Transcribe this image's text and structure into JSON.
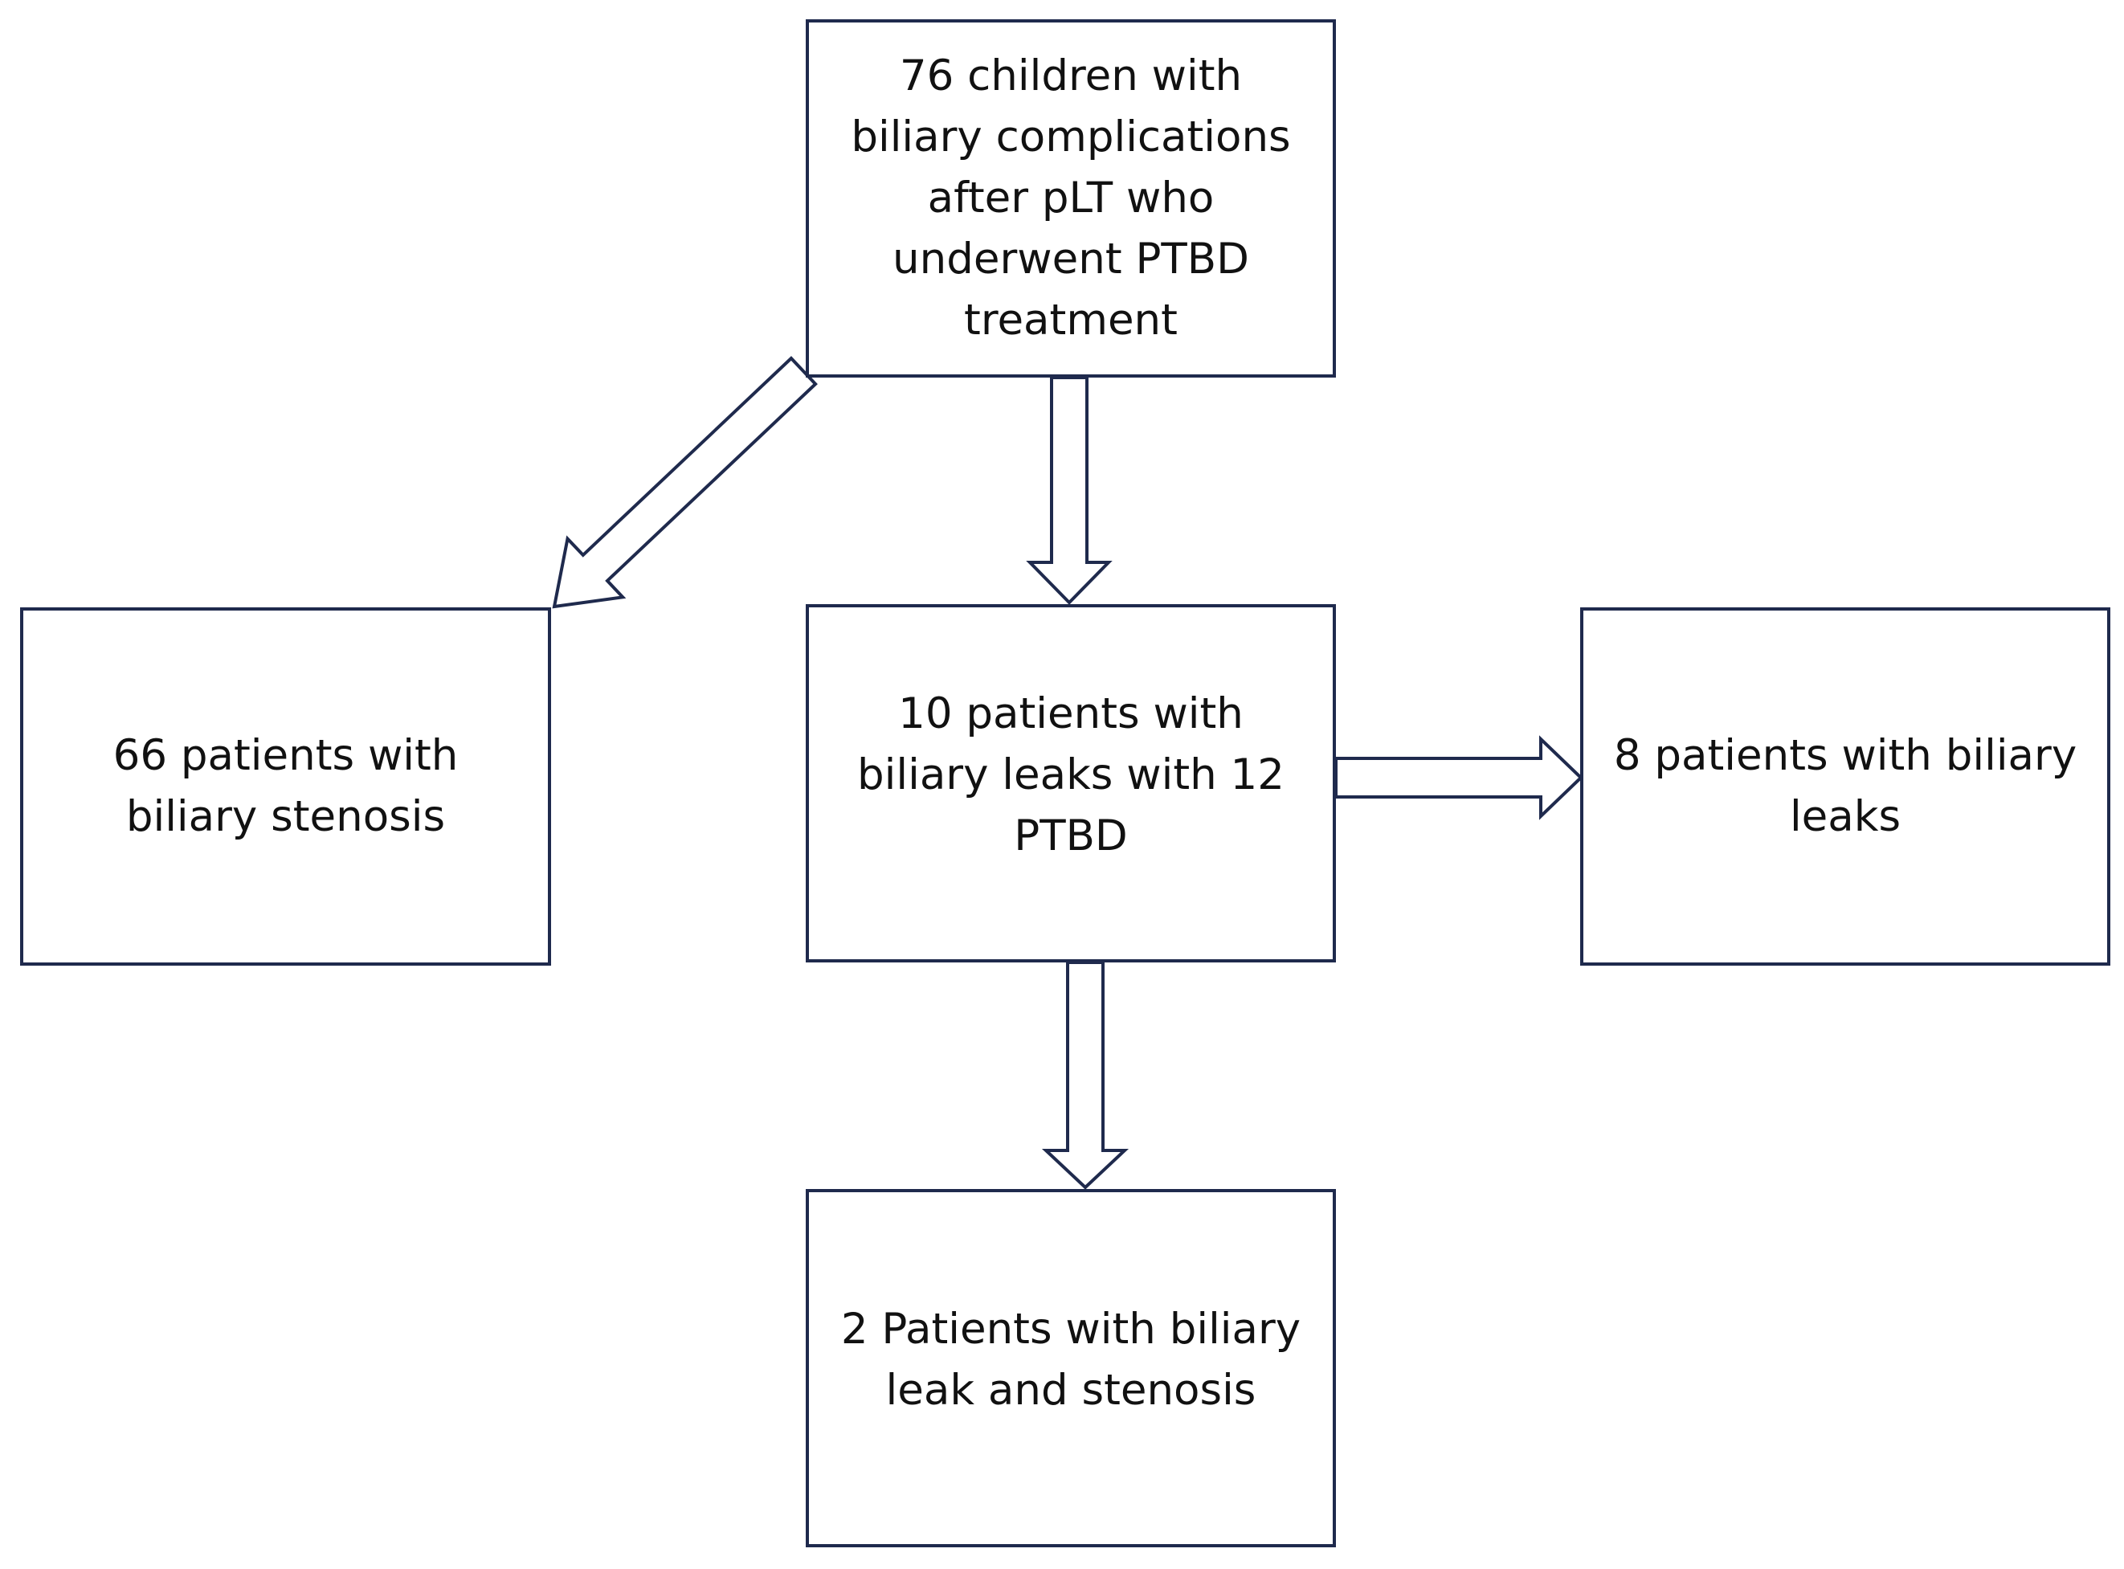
{
  "diagram": {
    "colors": {
      "border": "#1f2a4d",
      "text": "#111111",
      "background": "#ffffff"
    },
    "boxes": {
      "top": {
        "text": "76 children with\nbiliary complications\nafter pLT who\nunderwent PTBD\ntreatment"
      },
      "left": {
        "text": "66 patients with\nbiliary stenosis"
      },
      "middle": {
        "text": "10 patients with\nbiliary leaks with 12\nPTBD"
      },
      "right": {
        "text": "8 patients with biliary\nleaks"
      },
      "bottom": {
        "text": "2 Patients with biliary\nleak and stenosis"
      }
    },
    "arrows": [
      {
        "from": "top",
        "to": "left"
      },
      {
        "from": "top",
        "to": "middle"
      },
      {
        "from": "middle",
        "to": "right"
      },
      {
        "from": "middle",
        "to": "bottom"
      }
    ]
  }
}
